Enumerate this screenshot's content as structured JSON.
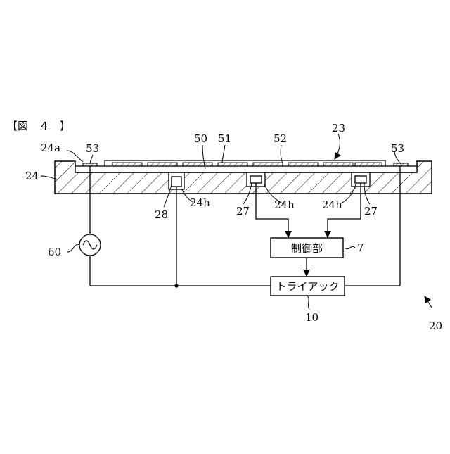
{
  "figure": {
    "title": "【図　４　】"
  },
  "labels": {
    "l24a": "24a",
    "l53_left": "53",
    "l50": "50",
    "l51": "51",
    "l52": "52",
    "l23": "23",
    "l53_right": "53",
    "l24": "24",
    "l28": "28",
    "l24h_a": "24h",
    "l27_a": "27",
    "l24h_b": "24h",
    "l24h_c": "24h",
    "l27_b": "27",
    "l60": "60",
    "l7": "7",
    "l10": "10",
    "l20": "20"
  },
  "blocks": {
    "control_unit": "制御部",
    "triac": "トライアック"
  }
}
